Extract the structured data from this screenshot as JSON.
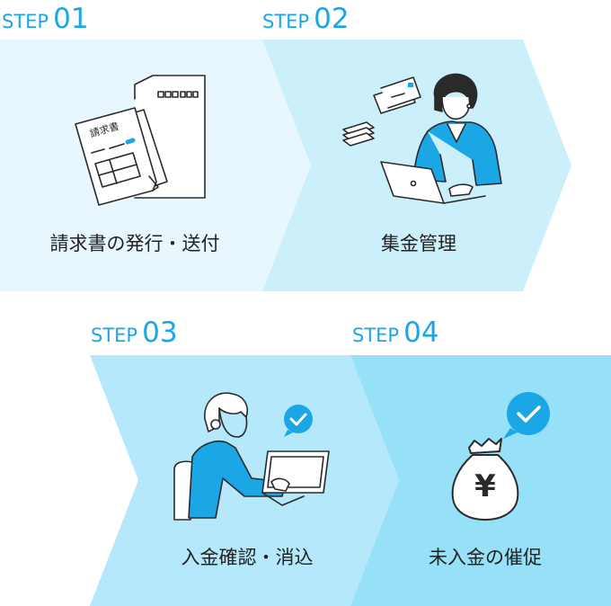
{
  "steps": [
    {
      "step_word": "STEP",
      "step_number": "01",
      "caption": "請求書の発行・送付"
    },
    {
      "step_word": "STEP",
      "step_number": "02",
      "caption": "集金管理"
    },
    {
      "step_word": "STEP",
      "step_number": "03",
      "caption": "入金確認・消込"
    },
    {
      "step_word": "STEP",
      "step_number": "04",
      "caption": "未入金の催促"
    }
  ],
  "illustration_text": {
    "invoice_title": "請求書",
    "money_bag_symbol": "¥"
  },
  "colors": {
    "step1_bg": "#e8f7fd",
    "step2_bg": "#cbeffb",
    "step3_bg": "#b4e8fa",
    "step4_bg": "#96e0f8",
    "accent": "#1ba6e6",
    "line": "#2a2a2a"
  }
}
